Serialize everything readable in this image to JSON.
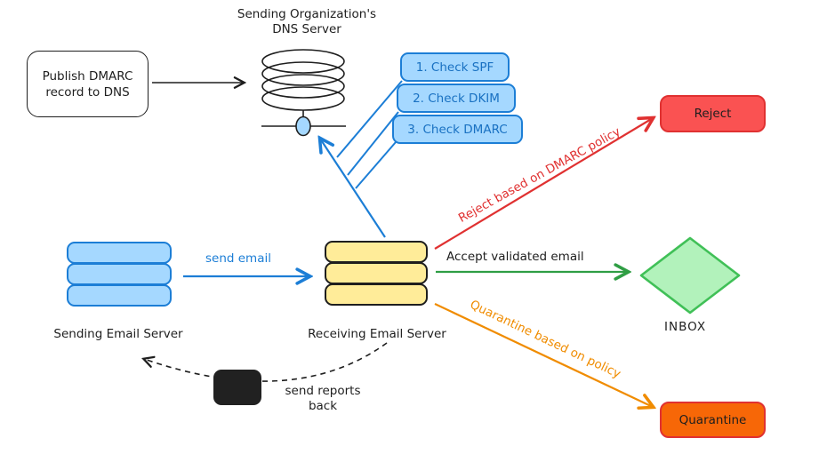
{
  "diagram": {
    "dns_title": {
      "line1": "Sending Organization's",
      "line2": "DNS Server"
    },
    "publish_box": {
      "line1": "Publish DMARC",
      "line2": "record to DNS"
    },
    "checks": [
      "1. Check SPF",
      "2. Check DKIM",
      "3. Check DMARC"
    ],
    "nodes": {
      "sending_server": "Sending Email Server",
      "receiving_server": "Receiving Email Server",
      "reject": "Reject",
      "quarantine": "Quarantine",
      "inbox": "INBOX"
    },
    "edges": {
      "send_email": "send email",
      "reject_policy": "Reject based on DMARC policy",
      "accept": "Accept validated email",
      "quarantine_policy": "Quarantine based on policy",
      "reports_line1": "send reports",
      "reports_line2": "back"
    },
    "colors": {
      "blue_stroke": "#1c7ed6",
      "blue_fill": "#a5d8ff",
      "blue_text": "#1971c2",
      "red": "#e03131",
      "red_fill": "#fa5252",
      "green": "#2f9e44",
      "green_border": "#40c057",
      "green_fill": "#b2f2bb",
      "orange": "#f08c00",
      "orange_fill": "#f76707",
      "yellow_fill": "#ffec99",
      "ink": "#1e1e1e"
    }
  }
}
